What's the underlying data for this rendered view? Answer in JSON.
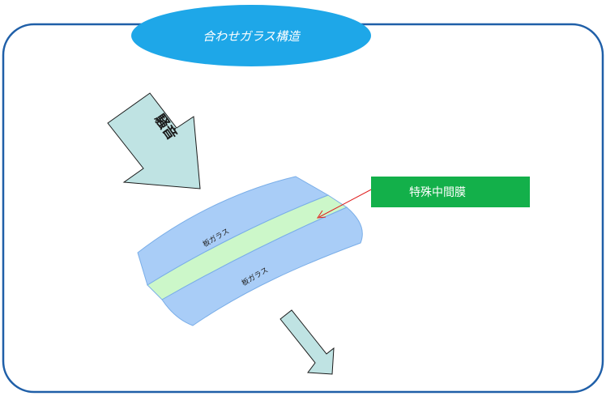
{
  "title": "合わせガラス構造",
  "noise_label": "騒音",
  "film_label": "特殊中間膜",
  "glass_layer_top": "板ガラス",
  "glass_layer_bottom": "板ガラス",
  "colors": {
    "frame_border": "#1f5fa8",
    "title_fill": "#1ea7e8",
    "glass_fill": "#a9cdf7",
    "glass_stroke": "#7aaee8",
    "interlayer_fill": "#ccf7c9",
    "film_box_fill": "#13b04a",
    "arrow_fill": "#bfe3e3",
    "arrow_stroke": "#1a1a1a",
    "pointer_line": "#e02020"
  }
}
